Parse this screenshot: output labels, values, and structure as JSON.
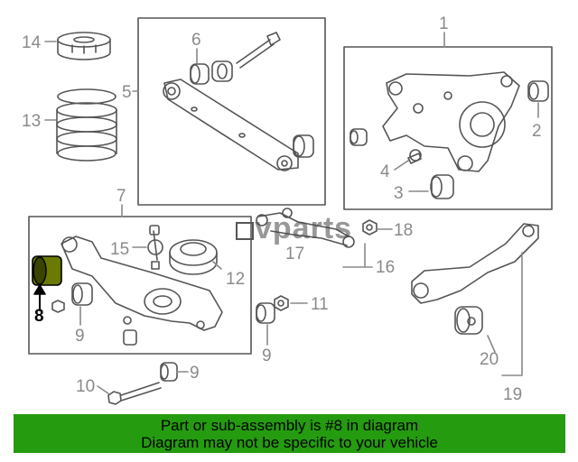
{
  "callouts": {
    "n1": "1",
    "n2": "2",
    "n3": "3",
    "n4": "4",
    "n5": "5",
    "n6": "6",
    "n7": "7",
    "n8": "8",
    "n9a": "9",
    "n9b": "9",
    "n9c": "9",
    "n10": "10",
    "n11": "11",
    "n12": "12",
    "n13": "13",
    "n14": "14",
    "n15": "15",
    "n16": "16",
    "n17": "17",
    "n18": "18",
    "n19": "19",
    "n20": "20"
  },
  "watermark": "vparts",
  "highlight_color": "#259b0f",
  "footer": {
    "line1": "Part or sub-assembly is #8 in diagram",
    "line2": "Diagram may not be specific to your vehicle"
  }
}
